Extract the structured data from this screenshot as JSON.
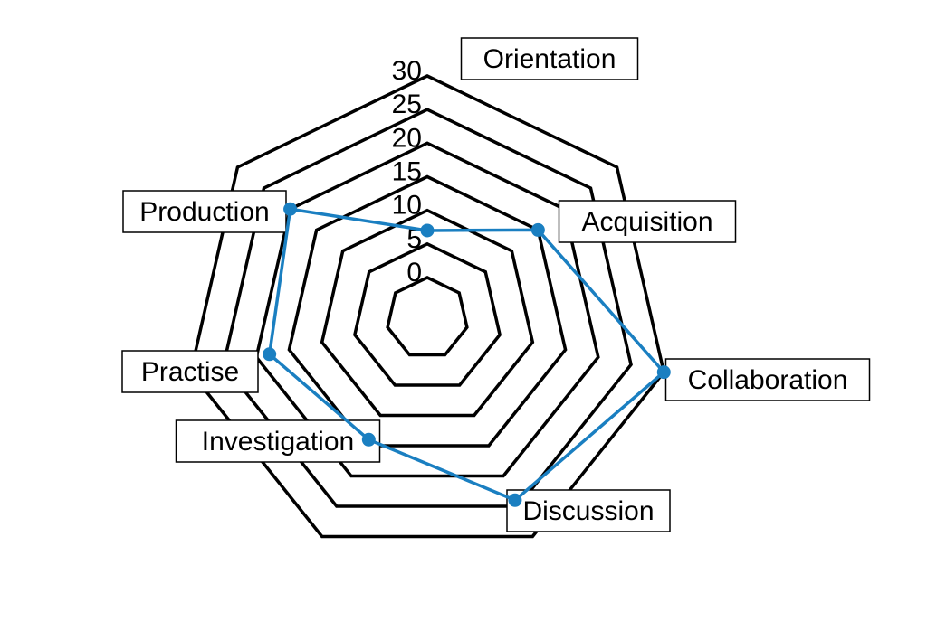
{
  "chart_data": {
    "type": "radar",
    "categories": [
      "Orientation",
      "Acquisition",
      "Collaboration",
      "Discussion",
      "Investigation",
      "Practise",
      "Production"
    ],
    "series": [
      {
        "values": [
          7,
          15,
          30,
          24,
          14,
          18,
          20
        ],
        "color": "#1a7fc1"
      }
    ],
    "rlim": [
      0,
      30
    ],
    "tick_labels": [
      "0",
      "5",
      "10",
      "15",
      "20",
      "25",
      "30"
    ],
    "grid": true,
    "grid_color": "#000000"
  }
}
